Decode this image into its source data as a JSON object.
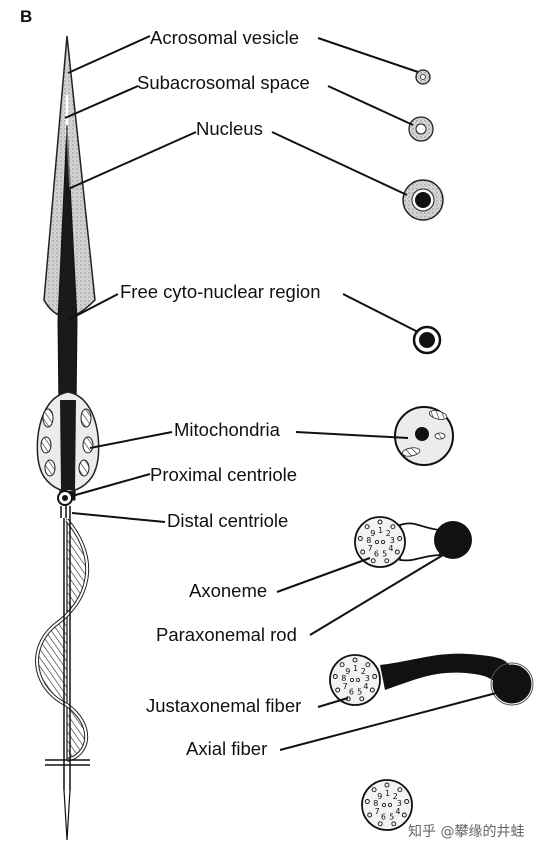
{
  "panel_letter": "B",
  "labels": {
    "acrosomal_vesicle": "Acrosomal vesicle",
    "subacrosomal_space": "Subacrosomal space",
    "nucleus": "Nucleus",
    "free_cyto_nuclear_region": "Free cyto-nuclear region",
    "mitochondria": "Mitochondria",
    "proximal_centriole": "Proximal centriole",
    "distal_centriole": "Distal centriole",
    "axoneme": "Axoneme",
    "paraxonemal_rod": "Paraxonemal rod",
    "justaxonemal_fiber": "Justaxonemal fiber",
    "axial_fiber": "Axial fiber"
  },
  "axoneme_numbers": [
    "1",
    "2",
    "3",
    "4",
    "5",
    "6",
    "7",
    "8",
    "9"
  ],
  "watermark": "知乎 @攀缘的井蛙",
  "colors": {
    "ink": "#111111",
    "stipple": "#cfcfcf",
    "paper": "#ffffff"
  }
}
